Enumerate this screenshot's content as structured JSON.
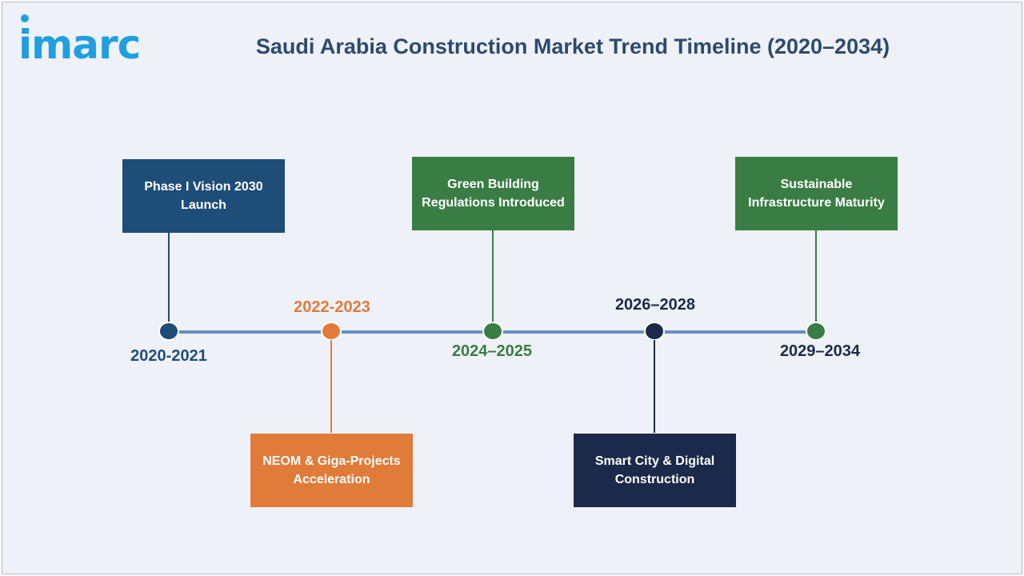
{
  "logo": {
    "text": "imarc"
  },
  "title": "Saudi Arabia Construction Market Trend Timeline (2020–2034)",
  "colors": {
    "navy": "#1e4d78",
    "orange": "#e07b39",
    "green": "#3a7d44",
    "dark_navy": "#1b2a4a",
    "axis": "#6b8ec4"
  },
  "milestones": [
    {
      "period": "2020-2021",
      "label": "Phase I Vision 2030 Launch"
    },
    {
      "period": "2022-2023",
      "label": "NEOM & Giga-Projects Acceleration"
    },
    {
      "period": "2024–2025",
      "label": "Green Building Regulations Introduced"
    },
    {
      "period": "2026–2028",
      "label": "Smart City & Digital Construction"
    },
    {
      "period": "2029–2034",
      "label": "Sustainable Infrastructure Maturity"
    }
  ]
}
